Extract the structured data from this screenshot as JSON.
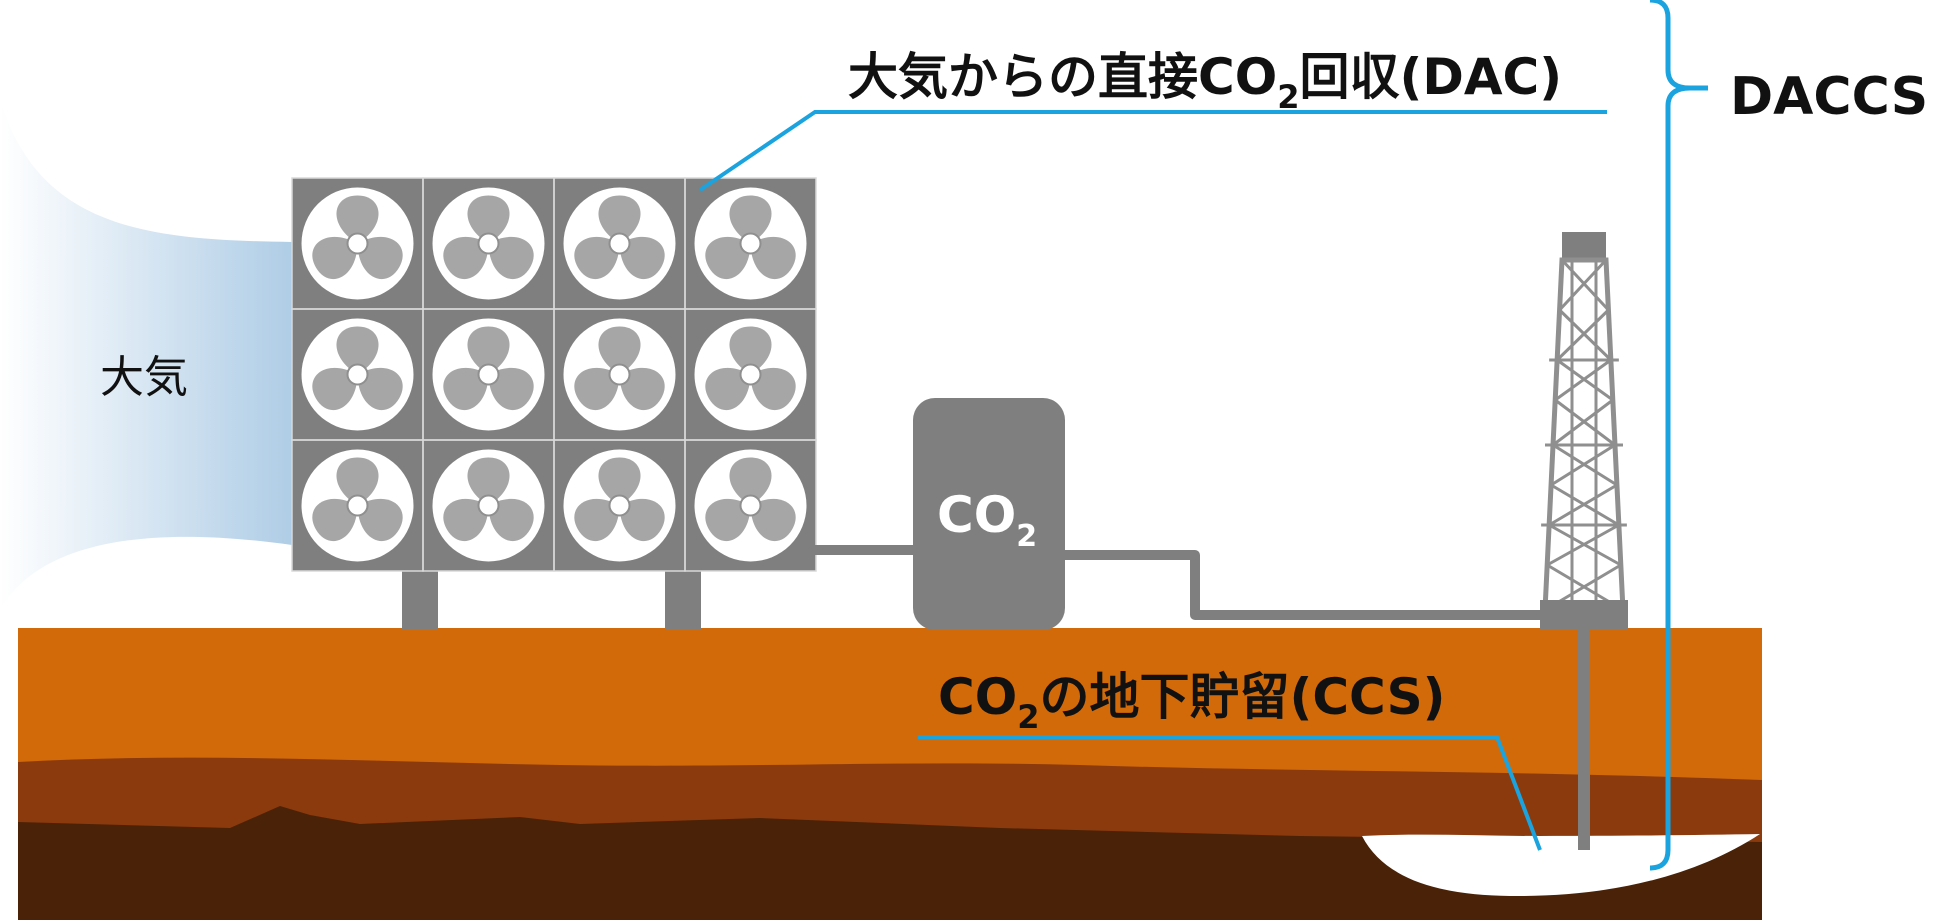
{
  "labels": {
    "dac_prefix": "大気からの直接CO",
    "dac_sub": "2",
    "dac_suffix": "回収(DAC)",
    "daccs": "DACCS",
    "atmosphere": "大気",
    "tank_prefix": "CO",
    "tank_sub": "2",
    "ccs_prefix": "CO",
    "ccs_sub": "2",
    "ccs_suffix": "の地下貯留(CCS)"
  },
  "fan_grid": {
    "rows": 3,
    "cols": 4
  },
  "colors": {
    "callout_line": "#1AA3DE",
    "bracket": "#1AA3DE",
    "equipment": "#7F7F7F",
    "fan_blade": "#A6A6A6",
    "soil_top": "#D26A09",
    "soil_mid": "#8B3A0E",
    "soil_deep": "#4A2207",
    "air_gradient_start": "#FFFFFF",
    "air_gradient_end": "#AFCDE6",
    "reservoir": "#FFFFFF"
  },
  "icons": [
    "fan-icon",
    "co2-tank-icon",
    "drilling-rig-icon",
    "reservoir-icon"
  ]
}
